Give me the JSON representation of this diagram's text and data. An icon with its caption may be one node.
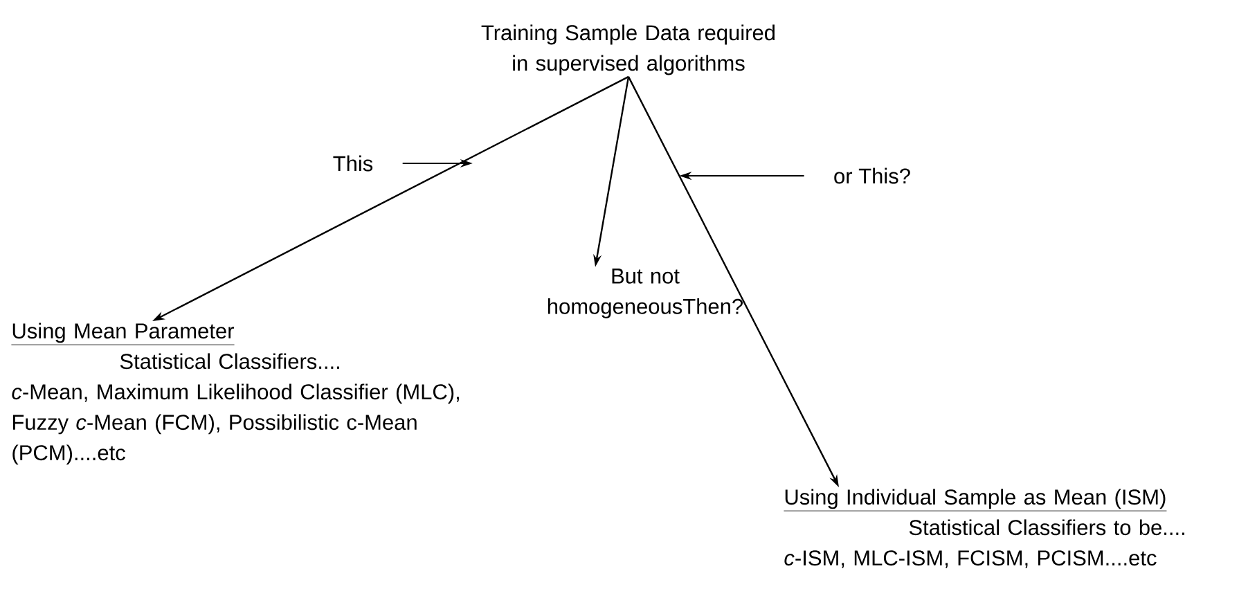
{
  "diagram": {
    "nodes": [
      {
        "text": [
          "Training Sample Data required in supervised algorithms"
        ]
      },
      {
        "text": [
          "This"
        ]
      },
      {
        "text": [
          "or This?"
        ]
      },
      {
        "text": [
          "Using Mean Parameter",
          "Statistical Classifiers....",
          "*c*-Mean, Maximum Likelihood Classifier (MLC), Fuzzy *c*-Mean (FCM), Possibilistic c-Mean (PCM)....etc"
        ]
      },
      {
        "text": [
          "But not homogeneousThen?"
        ]
      },
      {
        "text": [
          "Using Individual Sample as Mean (ISM)",
          "Statistical Classifiers to be....",
          "*c*-ISM, MLC-ISM, FCISM, PCISM....etc"
        ]
      }
    ],
    "edges": [
      {
        "from": 0,
        "to": 3,
        "arrow": "to"
      },
      {
        "from": 0,
        "to": 4,
        "arrow": "to"
      },
      {
        "from": 0,
        "to": 5,
        "arrow": "to"
      },
      {
        "from": 1,
        "to": null,
        "arrow": "to"
      },
      {
        "from": 2,
        "to": null,
        "arrow": "to"
      }
    ]
  }
}
